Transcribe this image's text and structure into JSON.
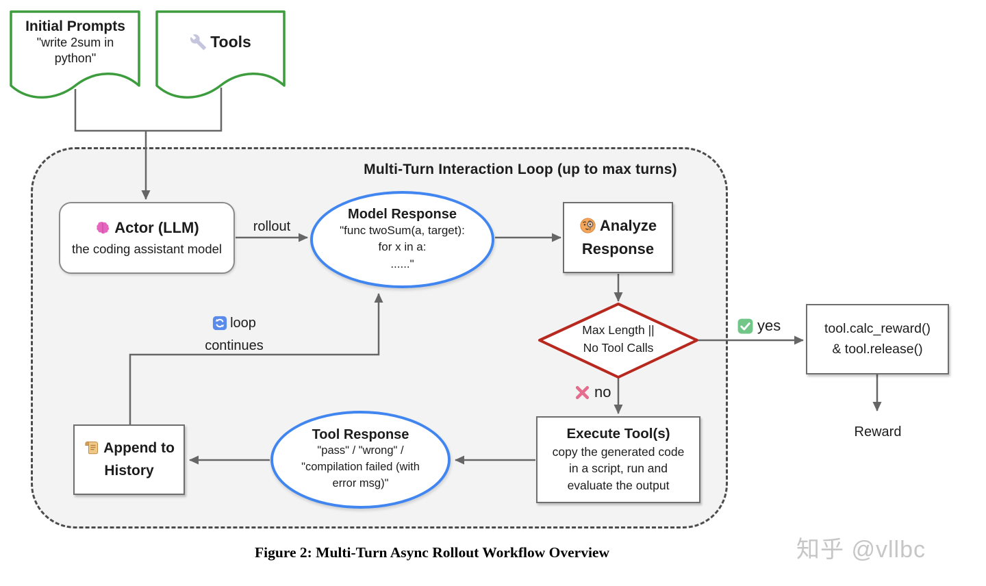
{
  "colors": {
    "doc_border_green": "#3d9c3d",
    "ellipse_border_blue": "#4186f0",
    "diamond_border_red": "#b7281e",
    "connector_gray": "#666666",
    "container_fill": "#f3f3f3",
    "dashed_border": "#4b4b4b",
    "check_green": "#72c688",
    "cross_pink": "#e56b8f",
    "loop_icon_blue": "#5b8bea",
    "watermark_gray": "#c6c6c6"
  },
  "inputs": {
    "initial_prompts": {
      "title": "Initial Prompts",
      "lines": [
        "\"write 2sum in",
        "python\""
      ]
    },
    "tools": {
      "icon": "wrench-icon",
      "label": "Tools"
    }
  },
  "loop_container": {
    "title": "Multi-Turn Interaction Loop (up to max turns)",
    "nodes": {
      "actor": {
        "icon": "brain-icon",
        "title": "Actor (LLM)",
        "subtitle": "the coding assistant model"
      },
      "model_response": {
        "title": "Model Response",
        "lines": [
          "\"func twoSum(a, target):",
          "for x in a:",
          "......\""
        ]
      },
      "analyze": {
        "icon": "monocle-face-icon",
        "label": "Analyze Response"
      },
      "decision": {
        "lines": [
          "Max Length ||",
          "No Tool Calls"
        ]
      },
      "execute": {
        "title": "Execute Tool(s)",
        "lines": [
          "copy the generated code",
          "in a script, run and",
          "evaluate the output"
        ]
      },
      "tool_response": {
        "title": "Tool Response",
        "lines": [
          "\"pass\" / \"wrong\" /",
          "\"compilation failed (with",
          "error msg)\""
        ]
      },
      "append": {
        "icon": "scroll-icon",
        "label": "Append to History"
      }
    },
    "edge_labels": {
      "rollout": "rollout",
      "yes": "yes",
      "no": "no",
      "loop_continues": "loop continues"
    }
  },
  "outputs": {
    "calc": {
      "lines": [
        "tool.calc_reward()",
        "& tool.release()"
      ]
    },
    "reward": "Reward"
  },
  "caption": "Figure 2: Multi-Turn Async Rollout Workflow Overview",
  "watermark": "知乎 @vllbc"
}
